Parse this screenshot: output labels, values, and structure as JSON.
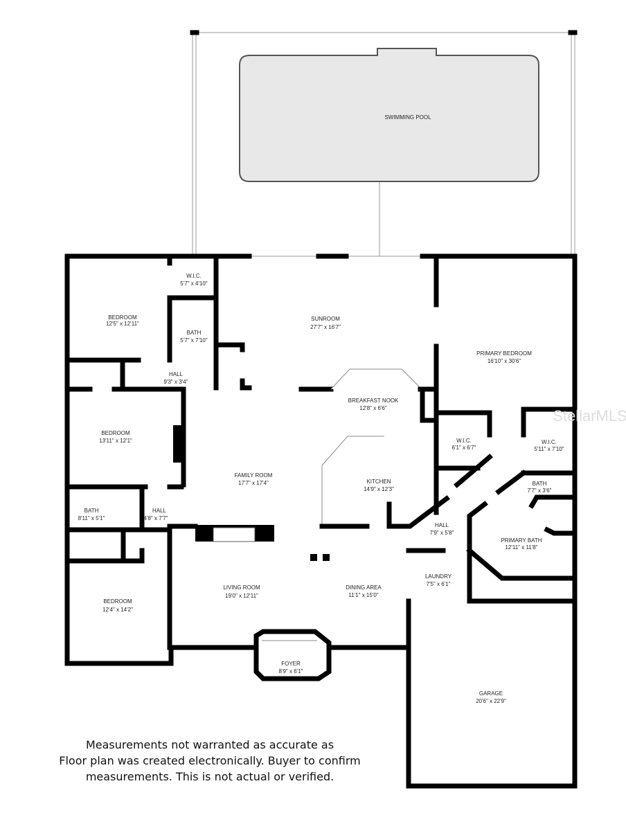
{
  "watermark": "StellarMLS",
  "rooms": [
    {
      "name": "SWIMMING POOL",
      "size": ""
    },
    {
      "name": "W.I.C.",
      "size": "5'7\" x 4'10\""
    },
    {
      "name": "BEDROOM",
      "size": "12'5\" x 12'11\""
    },
    {
      "name": "BATH",
      "size": "5'7\" x 7'10\""
    },
    {
      "name": "SUNROOM",
      "size": "27'7\" x 16'7\""
    },
    {
      "name": "PRIMARY BEDROOM",
      "size": "16'10\" x 30'6\""
    },
    {
      "name": "HALL",
      "size": "9'3\" x 3'4\""
    },
    {
      "name": "BREAKFAST NOOK",
      "size": "12'8\" x 6'6\""
    },
    {
      "name": "BEDROOM",
      "size": "13'11\" x 12'1\""
    },
    {
      "name": "W.I.C.",
      "size": "6'1\" x 6'7\""
    },
    {
      "name": "W.I.C.",
      "size": "5'11\" x 7'10\""
    },
    {
      "name": "FAMILY ROOM",
      "size": "17'7\" x 17'4\""
    },
    {
      "name": "KITCHEN",
      "size": "14'9\" x 12'3\""
    },
    {
      "name": "BATH",
      "size": "7'7\" x 3'6\""
    },
    {
      "name": "BATH",
      "size": "8'11\" x 5'1\""
    },
    {
      "name": "HALL",
      "size": "4'8\" x 7'7\""
    },
    {
      "name": "HALL",
      "size": "7'9\" x 5'8\""
    },
    {
      "name": "PRIMARY BATH",
      "size": "12'11\" x 11'8\""
    },
    {
      "name": "LAUNDRY",
      "size": "7'5\" x 6'1\""
    },
    {
      "name": "LIVING ROOM",
      "size": "19'0\" x 12'11\""
    },
    {
      "name": "DINING AREA",
      "size": "11'1\" x 15'0\""
    },
    {
      "name": "BEDROOM",
      "size": "12'4\" x 14'2\""
    },
    {
      "name": "FOYER",
      "size": "8'9\" x 6'1\""
    },
    {
      "name": "GARAGE",
      "size": "20'6\" x 22'9\""
    }
  ],
  "disclaimer": {
    "line1": "Measurements not warranted as accurate as",
    "line2": "Floor plan was created electronically.  Buyer to confirm",
    "line3": "measurements. This is not actual or verified."
  }
}
